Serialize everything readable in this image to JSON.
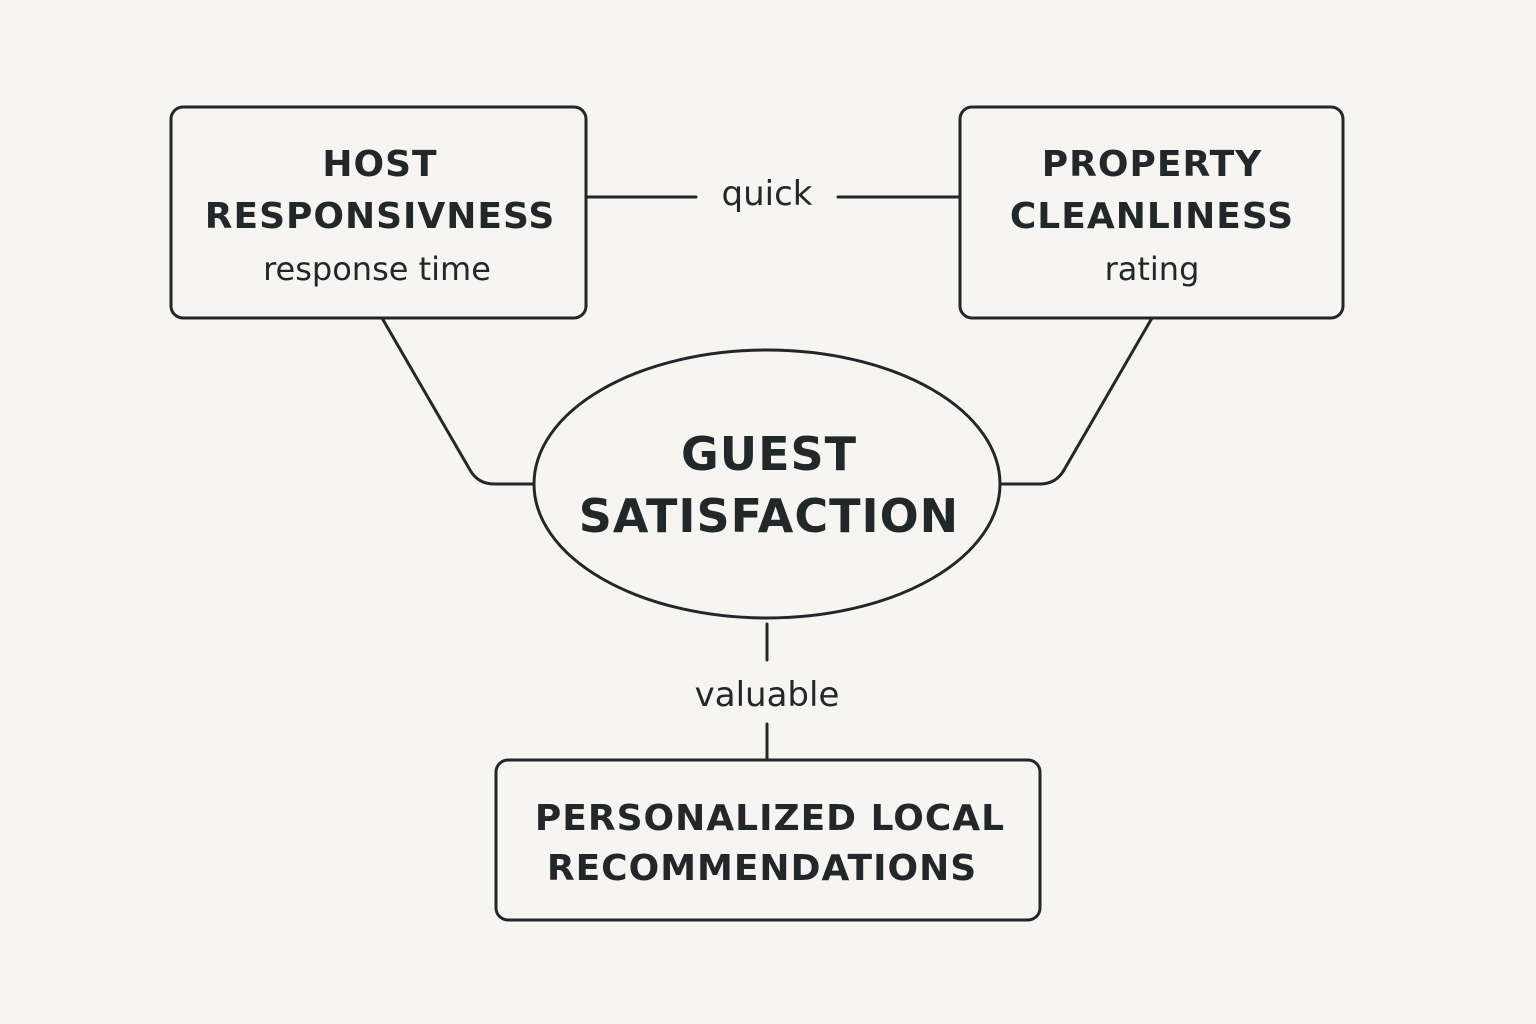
{
  "nodes": {
    "host": {
      "title_line1": "HOST",
      "title_line2": "RESPONSIVNESS",
      "subtitle": "response time"
    },
    "property": {
      "title_line1": "PROPERTY",
      "title_line2": "CLEANLINESS",
      "subtitle": "rating"
    },
    "guest": {
      "title_line1": "GUEST",
      "title_line2": "SATISFACTION"
    },
    "recommendations": {
      "title_line1": "PERSONALIZED LOCAL",
      "title_line2": "RECOMMENDATIONS"
    }
  },
  "edges": {
    "host_property": "quick",
    "guest_recommendations": "valuable"
  }
}
